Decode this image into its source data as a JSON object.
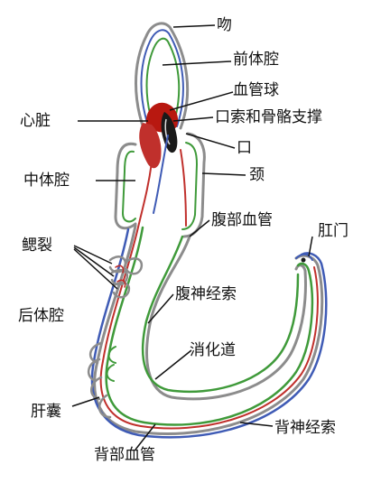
{
  "labels": {
    "wen": "吻",
    "qian_ti_qiang": "前体腔",
    "xue_guan_qiu": "血管球",
    "xin_zang": "心脏",
    "kou_suo": "口索和骨骼支撑",
    "kou": "口",
    "zhong_ti_qiang": "中体腔",
    "jing": "颈",
    "fu_bu_xue_guan": "腹部血管",
    "gang_men": "肛门",
    "sai_lie": "鳃裂",
    "fu_shen_jing_suo": "腹神经索",
    "hou_ti_qiang": "后体腔",
    "xiao_hua_dao": "消化道",
    "gan_nang": "肝囊",
    "bei_shen_jing_suo": "背神经索",
    "bei_bu_xue_guan": "背部血管"
  },
  "colors": {
    "outline": "#8c8c8c",
    "dorsal_blue": "#3f5bb5",
    "gut_green": "#3f9a3a",
    "vessel_red": "#c0302c",
    "heart_red": "#b81810",
    "leader": "#111111"
  }
}
